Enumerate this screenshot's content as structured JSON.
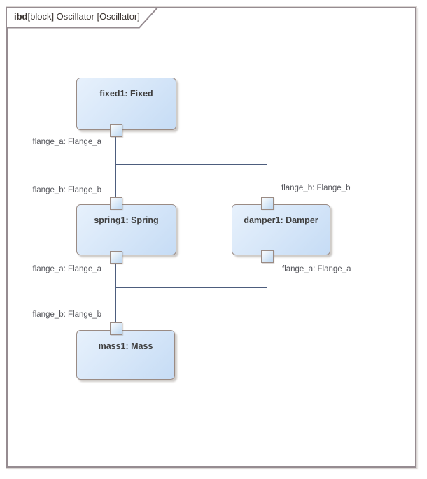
{
  "frame": {
    "keyword": "ibd",
    "title": "[block] Oscillator [Oscillator]"
  },
  "blocks": [
    {
      "label": "fixed1: Fixed"
    },
    {
      "label": "spring1: Spring"
    },
    {
      "label": "damper1: Damper"
    },
    {
      "label": "mass1: Mass"
    }
  ],
  "port_labels": [
    {
      "text": "flange_a: Flange_a"
    },
    {
      "text": "flange_b: Flange_b"
    },
    {
      "text": "flange_b: Flange_b"
    },
    {
      "text": "flange_a: Flange_a"
    },
    {
      "text": "flange_a: Flange_a"
    },
    {
      "text": "flange_b: Flange_b"
    }
  ],
  "colors": {
    "frame_border": "#968c91",
    "frame_shadow": "#dad5d3",
    "block_border": "#9a8b84",
    "block_fill_start": "#e7f1fc",
    "block_fill_end": "#c6dcf5",
    "block_text": "#3f3f3f",
    "label_text": "#54555b",
    "connector": "#4d5d7d",
    "port_fill_start": "#fbfdfe",
    "port_fill_end": "#bdd7f1"
  }
}
